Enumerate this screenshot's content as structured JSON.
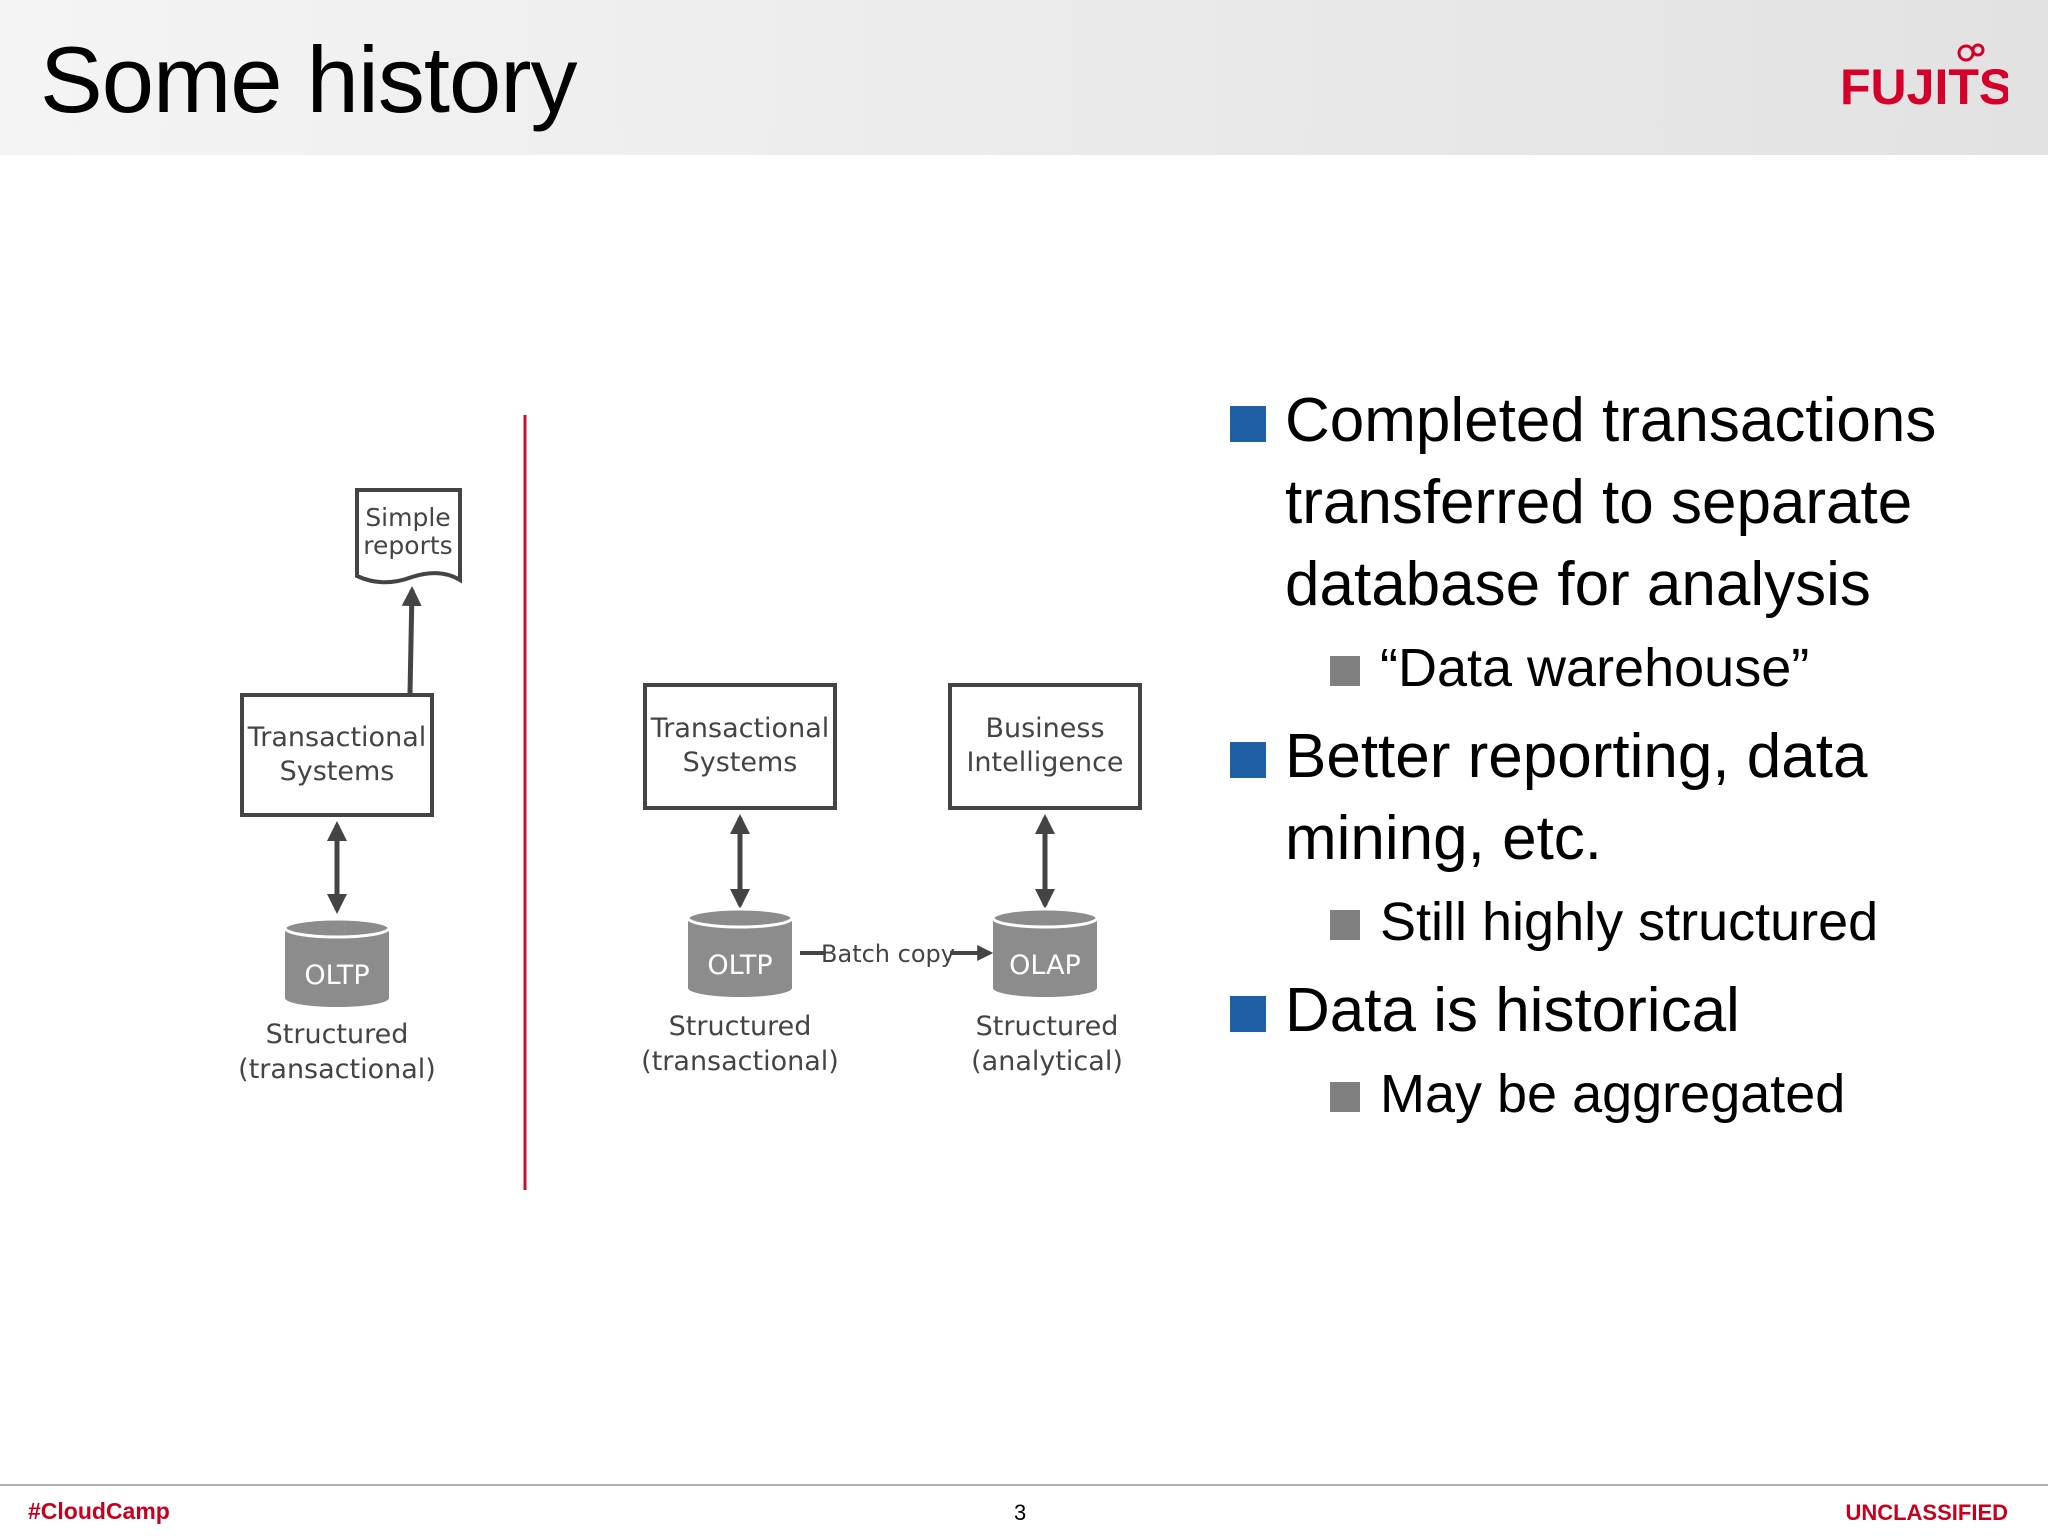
{
  "slide": {
    "title": "Some history",
    "brand": "FUJITSU"
  },
  "diagram": {
    "before": {
      "report_lines": [
        "Simple",
        "reports"
      ],
      "system_lines": [
        "Transactional",
        "Systems"
      ],
      "db_label": "OLTP",
      "caption_lines": [
        "Structured",
        "(transactional)"
      ]
    },
    "after": {
      "left_system_lines": [
        "Transactional",
        "Systems"
      ],
      "right_system_lines": [
        "Business",
        "Intelligence"
      ],
      "left_db_label": "OLTP",
      "right_db_label": "OLAP",
      "link_label": "Batch copy",
      "left_caption_lines": [
        "Structured",
        "(transactional)"
      ],
      "right_caption_lines": [
        "Structured",
        "(analytical)"
      ]
    },
    "colors": {
      "divider": "#c8102e",
      "db_fill": "#8c8c8c",
      "box_stroke": "#444444"
    }
  },
  "bullets": [
    {
      "text": "Completed transactions transferred to separate database for analysis",
      "sub": [
        "“Data warehouse”"
      ]
    },
    {
      "text": "Better reporting, data mining, etc.",
      "sub": [
        "Still highly structured"
      ]
    },
    {
      "text": "Data is historical",
      "sub": [
        "May be aggregated"
      ]
    }
  ],
  "footer": {
    "hashtag": "#CloudCamp",
    "page_number": "3",
    "classification": "UNCLASSIFIED"
  },
  "colors": {
    "accent_red": "#c8001e",
    "bullet_blue": "#1f5fa6",
    "bullet_gray": "#808080"
  }
}
